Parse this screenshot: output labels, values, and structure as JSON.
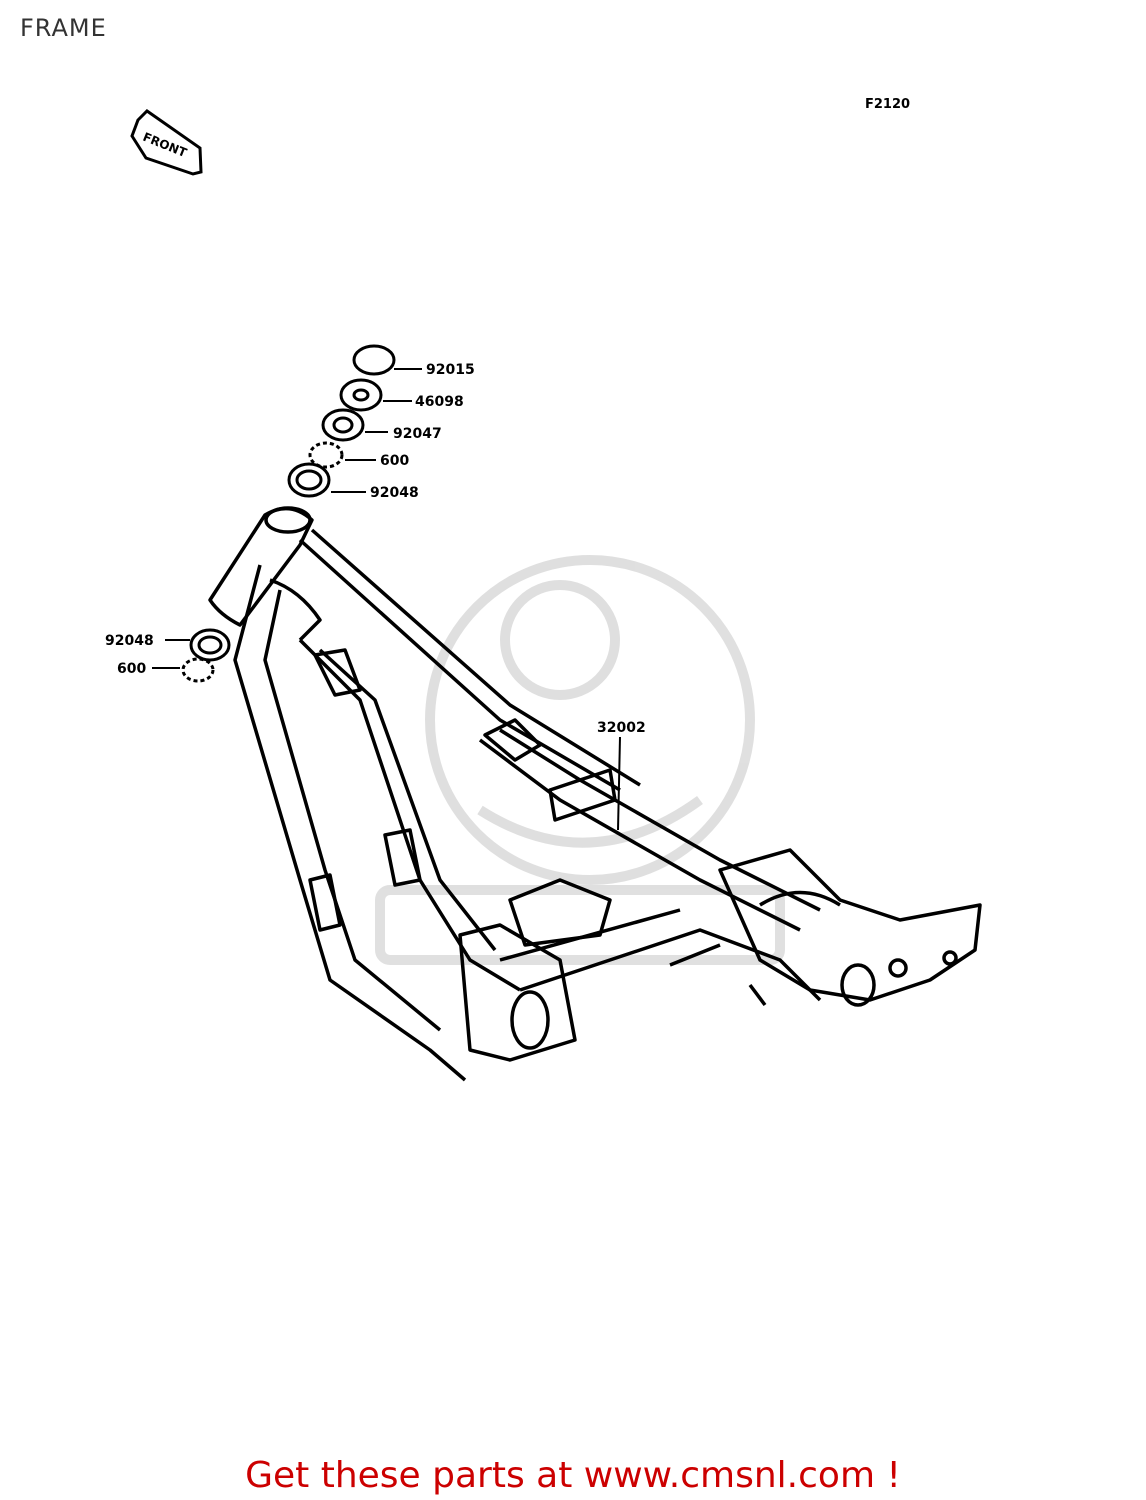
{
  "page": {
    "title": "FRAME"
  },
  "diagram": {
    "code": "F2120",
    "front_label": "FRONT",
    "parts": [
      {
        "id": "92015"
      },
      {
        "id": "46098"
      },
      {
        "id": "92047"
      },
      {
        "id": "600"
      },
      {
        "id": "92048"
      },
      {
        "id": "92048"
      },
      {
        "id": "600"
      },
      {
        "id": "32002"
      }
    ]
  },
  "footer": {
    "text": "Get these parts at www.cmsnl.com !",
    "color": "#cc0000"
  }
}
